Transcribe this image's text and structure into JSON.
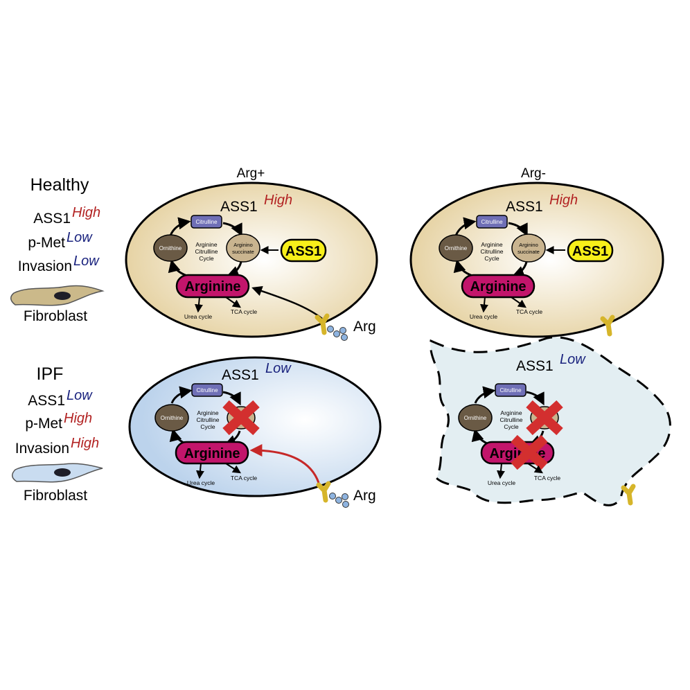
{
  "columns": {
    "arg_plus": "Arg+",
    "arg_minus": "Arg-"
  },
  "healthy": {
    "title": "Healthy",
    "ass1": "ASS1",
    "ass1_level": "High",
    "pmet": "p-Met",
    "pmet_level": "Low",
    "invasion": "Invasion",
    "invasion_level": "Low",
    "cell_label": "Fibroblast"
  },
  "ipf": {
    "title": "IPF",
    "ass1": "ASS1",
    "ass1_level": "Low",
    "pmet": "p-Met",
    "pmet_level": "High",
    "invasion": "Invasion",
    "invasion_level": "High",
    "cell_label": "Fibroblast"
  },
  "cell": {
    "high_label": "ASS1",
    "high_sup": "High",
    "low_label": "ASS1",
    "low_sup": "Low",
    "citrulline": "Citrulline",
    "ornithine": "Ornithine",
    "cycle_line1": "Arginine",
    "cycle_line2": "Citrulline",
    "cycle_line3": "Cycle",
    "argsucc_line1": "Arginino",
    "argsucc_line2": "succinate",
    "ass1_enzyme": "ASS1",
    "arginine": "Arginine",
    "urea": "Urea cycle",
    "tca": "TCA cycle",
    "arg": "Arg"
  },
  "colors": {
    "high": "#b22222",
    "low": "#1a237e",
    "arginine_fill": "#c2156b",
    "ass1_fill": "#f7ef1a",
    "citrulline_fill": "#6f6fb6",
    "ornithine_fill": "#6a5a45",
    "argsucc_fill": "#c9b48f",
    "healthy_cell": "#e9d6a8",
    "ipf_cell": "#c9dbee",
    "inhibit": "#d32f2f",
    "receptor": "#d6b52a",
    "arg_particle": "#8fb4e0"
  }
}
